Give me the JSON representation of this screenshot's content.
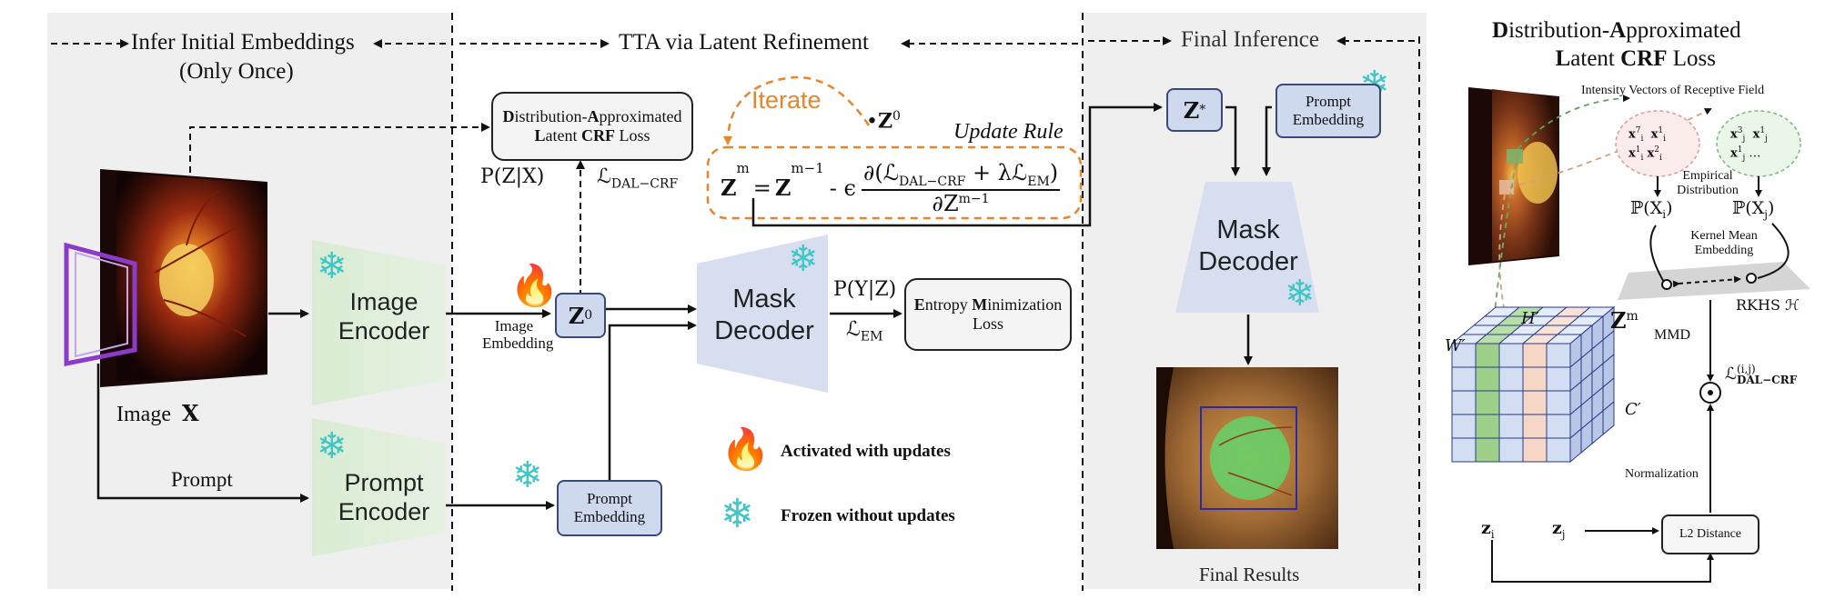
{
  "sections": {
    "infer_initial": "Infer Initial Embeddings",
    "only_once": "(Only Once)",
    "tta": "TTA via Latent Refinement",
    "final_inference": "Final Inference"
  },
  "left": {
    "image_label": "Image",
    "image_symbol": "X",
    "prompt_label": "Prompt",
    "image_encoder": "Image Encoder",
    "prompt_encoder": "Prompt Encoder"
  },
  "middle": {
    "dal_loss_box": {
      "line1_bold_d": "D",
      "line1_rest1": "istribution-",
      "line1_bold_a": "A",
      "line1_rest2": "pproximated",
      "line2_bold_l": "L",
      "line2_rest": "atent ",
      "line2_bold_crf": "CRF",
      "line2_tail": " Loss"
    },
    "p_z_given_x": "P(Z|X)",
    "l_dal_crf": "ℒ",
    "l_dal_crf_sub": "DAL−CRF",
    "iterate": "Iterate",
    "z0_top": "Z",
    "z0_sup": "0",
    "update_rule": "Update Rule",
    "update_formula": {
      "lhs": "Z",
      "lhs_sup": "m",
      "eq": "=",
      "z_prev": "Z",
      "z_prev_sup": "m−1",
      "minus_eps": "- ϵ",
      "numerator": "∂(ℒ",
      "num_sub1": "DAL−CRF",
      "num_plus": " + λℒ",
      "num_sub2": "EM",
      "num_close": ")",
      "denominator": "∂Z",
      "den_sup": "m−1"
    },
    "image_embedding": "Image Embedding",
    "z0_center": "Z",
    "z0_center_sup": "0",
    "mask_decoder": "Mask Decoder",
    "p_y_given_z": "P(Y|Z)",
    "l_em": "ℒ",
    "l_em_sub": "EM",
    "entropy_box": {
      "bold_e": "E",
      "rest1": "ntropy ",
      "bold_m": "M",
      "rest2": "inimization",
      "line2": "Loss"
    },
    "prompt_embedding": "Prompt Embedding",
    "legend": {
      "activated": "Activated with updates",
      "frozen": "Frozen without updates"
    }
  },
  "final": {
    "z_star": "Z",
    "z_star_sup": "*",
    "prompt_embedding": "Prompt Embedding",
    "mask_decoder": "Mask Decoder",
    "final_results": "Final Results"
  },
  "right": {
    "title_line1_bold_d": "D",
    "title_line1_rest1": "istribution-",
    "title_line1_bold_a": "A",
    "title_line1_rest2": "pproximated",
    "title_line2_bold_l": "L",
    "title_line2_rest": "atent ",
    "title_line2_bold_crf": "CRF",
    "title_line2_tail": " Loss",
    "intensity_vectors": "Intensity Vectors of Receptive Field",
    "empirical_distribution": "Empirical Distribution",
    "p_xi": "ℙ(X",
    "p_xi_sub": "i",
    "p_xj_sub": "j",
    "kernel_mean_embedding": "Kernel Mean Embedding",
    "rkhs": "RKHS ℋ",
    "mmd": "MMD",
    "l_dal_ij": "ℒ",
    "l_dal_ij_sup": "(i,j)",
    "l_dal_ij_sub": "DAL−CRF",
    "w_prime": "W′",
    "h_prime": "H′",
    "c_prime": "C′",
    "z_m": "Z",
    "z_m_sup": "m",
    "normalization": "Normalization",
    "z_i": "z",
    "z_i_sub": "i",
    "z_j_sub": "j",
    "l2_distance": "L2 Distance",
    "cloud_left": [
      "x",
      "x",
      "x"
    ],
    "cloud_right": [
      "x",
      "x",
      "x"
    ]
  }
}
